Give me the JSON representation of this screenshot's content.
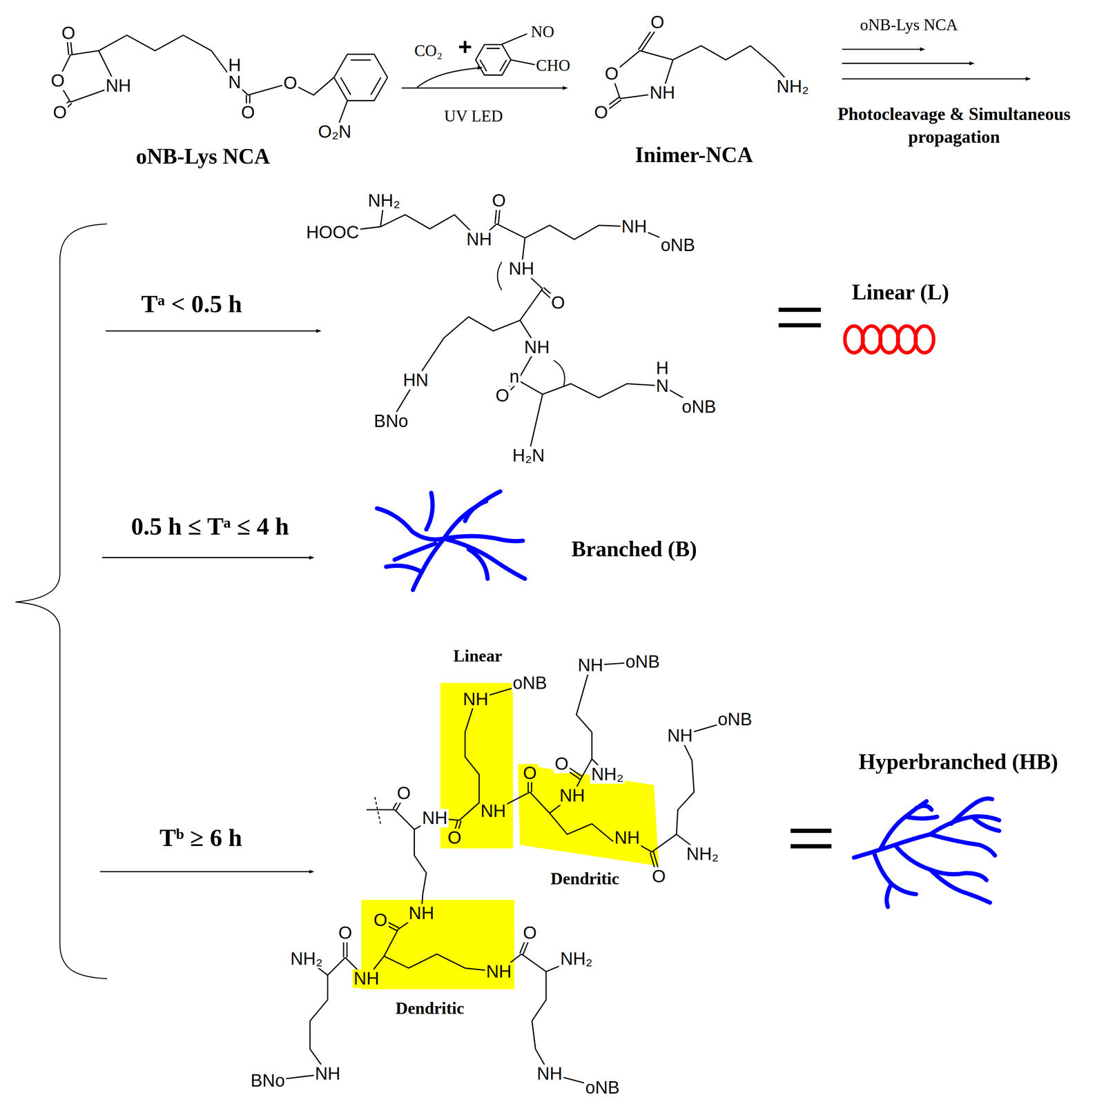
{
  "diagram": {
    "labels": [
      "O",
      "O",
      "O",
      "NH",
      "H",
      "N",
      "O",
      "O",
      "O₂N",
      "oNB-Lys NCA",
      "CO₂",
      "+",
      "NO",
      "CHO",
      "UV LED",
      "O",
      "O",
      "O",
      "NH",
      "NH₂",
      "Inimer-NCA",
      "oNB-Lys NCA",
      "Photocleavage & Simultaneous propagation",
      "NH₂",
      "HOOC",
      "O",
      "NH",
      "NH",
      "oNB",
      "NH",
      "O",
      "NH",
      "n",
      "HN",
      "BNo",
      "O",
      "H",
      "N",
      "oNB",
      "H₂N",
      "Tᵃ < 0.5 h",
      "Linear (L)",
      "0.5 h ≤ Tᵃ ≤ 4 h",
      "Branched (B)",
      "Tᵇ ≥ 6 h",
      "Linear",
      "NH",
      "oNB",
      "NH",
      "oNB",
      "NH",
      "oNB",
      "O",
      "NH₂",
      "O",
      "NH",
      "NH",
      "O",
      "NH",
      "O",
      "NH",
      "NH₂",
      "O",
      "Dendritic",
      "Hyperbranched (HB)",
      "O",
      "NH",
      "O",
      "O",
      "NH₂",
      "NH",
      "NH",
      "NH₂",
      "Dendritic",
      "BNo",
      "NH",
      "NH",
      "oNB"
    ]
  }
}
